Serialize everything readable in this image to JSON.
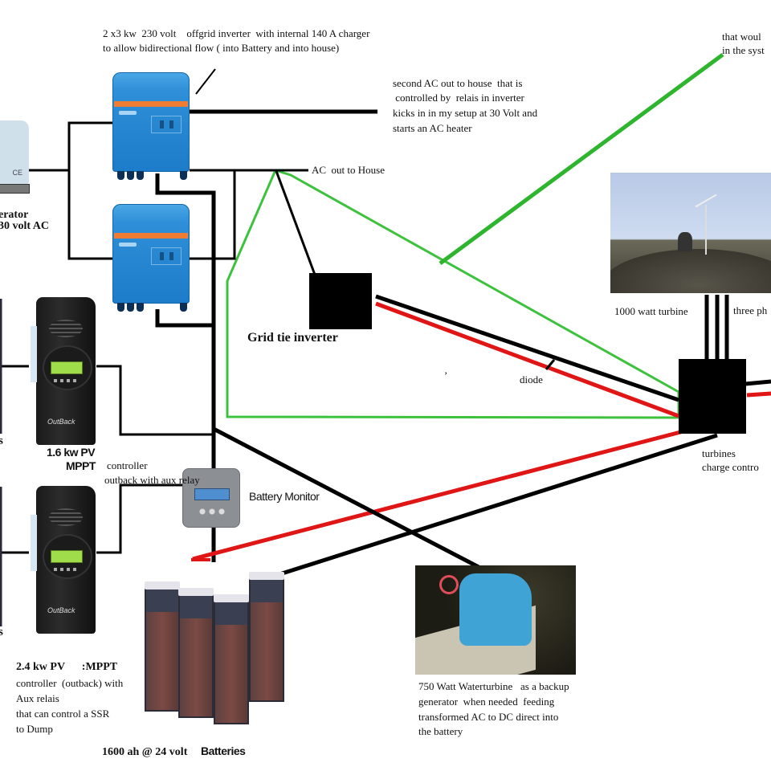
{
  "diagram": {
    "title": "Off-grid hybrid power system wiring",
    "colors": {
      "wire_black": "#000000",
      "wire_red": "#e01515",
      "wire_green": "#3cc23c",
      "inverter_blue": "#1d7cc9",
      "inverter_band": "#f07b33"
    },
    "labels": {
      "inverter_note_line1": "2 x3 kw  230 volt    offgrid inverter  with internal 140 A charger",
      "inverter_note_line2": "to allow bidirectional flow ( into Battery and into house)",
      "second_ac_line1": "second AC out to house  that is",
      "second_ac_line2": " controlled by  relais in inverter",
      "second_ac_line3": "kicks in in my setup at 30 Volt and",
      "second_ac_line4": "starts an AC heater",
      "ac_out_house": "AC  out to House",
      "top_right_line1": "that woul",
      "top_right_line2": "in the syst",
      "generator_line1": "erator",
      "generator_line2": "30 volt AC",
      "generator_ce": "CE",
      "grid_tie_inverter": "Grid tie inverter",
      "diode": "diode",
      "stray_mark": "’",
      "wind_turbine": "1000 watt turbine",
      "three_phase": "three ph",
      "turbine_cc_line1": "turbines",
      "turbine_cc_line2": "charge contro",
      "mppt1_line1": "1.6 kw PV",
      "mppt1_line2": "MPPT",
      "mppt1_note_line1": "controller",
      "mppt1_note_line2": "outback with aux relay",
      "battery_monitor": "Battery Monitor",
      "mppt2_line1": "2.4 kw PV      :MPPT",
      "mppt2_line2": "controller  (outback) with",
      "mppt2_line3": "Aux relais",
      "mppt2_line4": "that can control a SSR",
      "mppt2_line5": "to Dump",
      "batteries_spec": "1600 ah @ 24 volt",
      "batteries_word": "Batteries",
      "water_line1": "750 Watt Waterturbine   as a backup",
      "water_line2": "generator  when needed  feeding",
      "water_line3": "transformed AC to DC direct into",
      "water_line4": "the battery",
      "pv_left_1": "s",
      "pv_left_2": "s",
      "mppt_brand": "OutBack"
    }
  }
}
